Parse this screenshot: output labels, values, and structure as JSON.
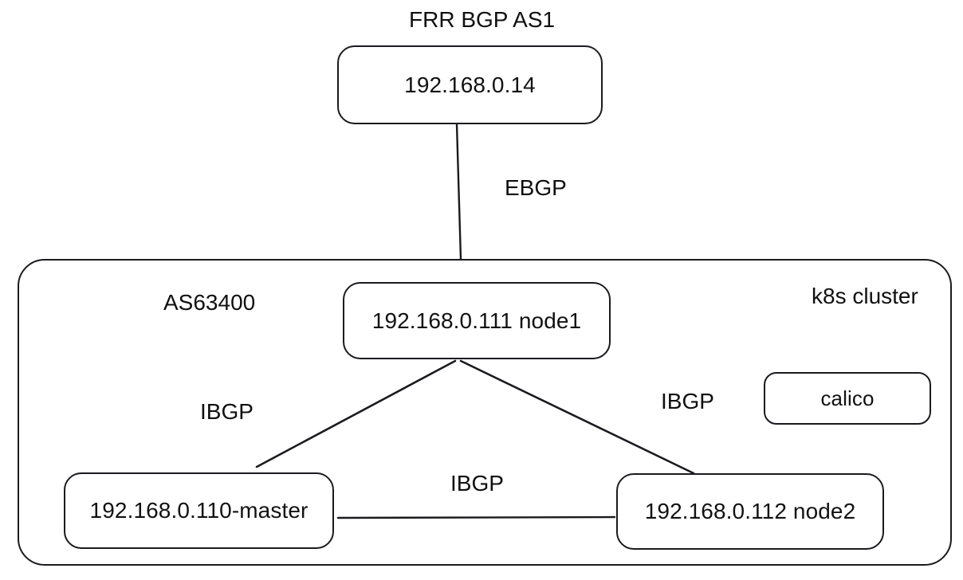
{
  "diagram": {
    "title": "FRR BGP AS1",
    "background_color": "#ffffff",
    "stroke_color": "#1b1b1f",
    "text_color": "#121212"
  },
  "external_router": {
    "title": "FRR BGP AS1",
    "address": "192.168.0.14"
  },
  "cluster": {
    "name": "k8s cluster",
    "asn_label": "AS63400",
    "nodes": [
      {
        "id": "node1",
        "label": "192.168.0.111 node1"
      },
      {
        "id": "master",
        "label": "192.168.0.110-master"
      },
      {
        "id": "node2",
        "label": "192.168.0.112 node2"
      }
    ],
    "components": [
      {
        "id": "calico",
        "label": "calico"
      }
    ]
  },
  "links": [
    {
      "id": "ebgp-frr-node1",
      "label": "EBGP",
      "from": "192.168.0.14",
      "to": "192.168.0.111 node1"
    },
    {
      "id": "ibgp-node1-master",
      "label": "IBGP",
      "from": "192.168.0.111 node1",
      "to": "192.168.0.110-master"
    },
    {
      "id": "ibgp-node1-node2",
      "label": "IBGP",
      "from": "192.168.0.111 node1",
      "to": "192.168.0.112 node2"
    },
    {
      "id": "ibgp-master-node2",
      "label": "IBGP",
      "from": "192.168.0.110-master",
      "to": "192.168.0.112 node2"
    }
  ]
}
